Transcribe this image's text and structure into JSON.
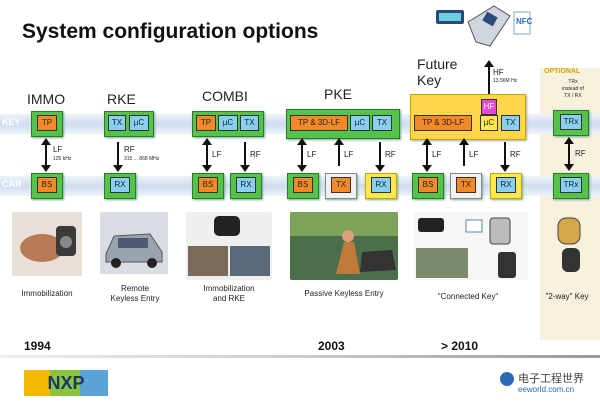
{
  "title": "System configuration options",
  "band_top_label": "KEY",
  "band_bottom_label": "CAR",
  "groups": [
    {
      "name": "IMMO",
      "key_chips": [
        "TP"
      ],
      "car_chips": [
        "BS"
      ],
      "link_label": "LF",
      "link_sub": "125 kHz",
      "caption": "Immobilization"
    },
    {
      "name": "RKE",
      "key_chips": [
        "TX",
        "µC"
      ],
      "car_chips": [
        "RX"
      ],
      "link_label": "RF",
      "link_sub": "315 ... 868 MHz",
      "caption": "Remote\nKeyless Entry"
    },
    {
      "name": "COMBI",
      "key_chips": [
        "TP",
        "µC",
        "TX"
      ],
      "car_chips": [
        "BS",
        "RX"
      ],
      "link_labels": [
        "LF",
        "RF"
      ],
      "caption": "Immobilization\nand RKE"
    },
    {
      "name": "PKE",
      "key_chips": [
        "TP & 3D-LF",
        "µC",
        "TX"
      ],
      "car_chips": [
        "BS",
        "TX",
        "RX"
      ],
      "link_labels": [
        "LF",
        "LF",
        "RF"
      ],
      "caption": "Passive Keyless Entry"
    },
    {
      "name": "Future\nKey",
      "key_chips": [
        "TP & 3D-LF",
        "HF",
        "µC",
        "TX"
      ],
      "car_chips": [
        "BS",
        "TX",
        "RX"
      ],
      "link_labels": [
        "LF",
        "LF",
        "RF"
      ],
      "hf_label": "HF",
      "hf_sub": "13,56M Hz",
      "caption": "\"Connected Key\""
    },
    {
      "name": "OPTIONAL",
      "subtitle": "TRx\ninstead of\nTX / RX",
      "key_chips": [
        "TRx"
      ],
      "car_chips": [
        "TRx"
      ],
      "link_label": "RF",
      "caption": "\"2-way\" Key"
    }
  ],
  "years": [
    "1994",
    "2003",
    "> 2010"
  ],
  "nfc_label": "NFC",
  "logo_text": "NXP",
  "watermark": "电子工程世界",
  "watermark_url": "eeworld.com.cn"
}
